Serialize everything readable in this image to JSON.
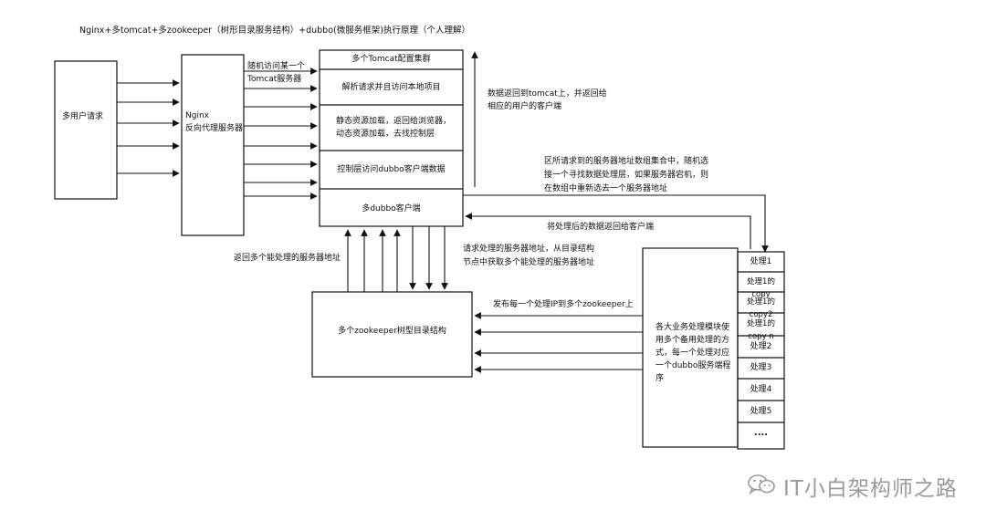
{
  "title": "Nginx+多tomcat+多zookeeper（树形目录服务结构）+dubbo(微服务框架)执行原理（个人理解）",
  "boxes": {
    "users": "多用户请求",
    "nginx_line1": "Nginx",
    "nginx_line2": "反向代理服务器",
    "tomcat_rows": [
      "多个Tomcat配置集群",
      "解析请求并且访问本地项目",
      "静态资源加载，返回给浏览器，",
      "动态资源加载，去找控制层",
      "控制层访问dubbo客户端数据",
      "多dubbo客户端"
    ],
    "zookeeper": "多个zookeeper树型目录结构",
    "business_lines": [
      "各大业务处理模块使",
      "用多个备用处理的方",
      "式，每一个处理对应",
      "一个dubbo服务端程",
      "序"
    ],
    "handlers": [
      "处理1",
      "处理1的copy",
      "处理1的copy2",
      "处理1的copy n",
      "处理2",
      "处理3",
      "处理4",
      "处理5",
      "...."
    ]
  },
  "labels": {
    "random_line1": "随机访问某一个",
    "random_line2": "Tomcat服务器",
    "return_data_line1": "数据返回到tomcat上，并返回给",
    "return_data_line2": "相应的用户的客户端",
    "select_line1": "区所请求到的服务器地址数组集合中，随机选",
    "select_line2": "接一个寻找数据处理层，如果服务器宕机，则",
    "select_line3": "在数组中重新选去一个服务器地址",
    "processed_return": "将处理后的数据返回给客户端",
    "request_addr_line1": "请求处理的服务器地址，从目录结构",
    "request_addr_line2": "节点中获取多个能处理的服务器地址",
    "return_addrs": "返回多个能处理的服务器地址",
    "publish": "发布每一个处理IP到多个zookeeper上"
  },
  "watermark": {
    "text": "IT小白架构师之路",
    "icon": "wechat-icon"
  }
}
